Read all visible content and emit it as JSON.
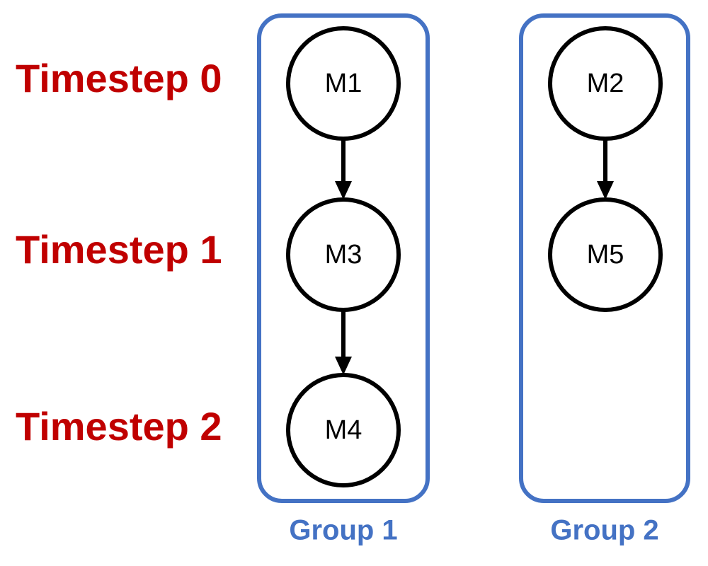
{
  "colors": {
    "timestep_label": "#c00000",
    "group": "#4472c4",
    "node_stroke": "#000000",
    "edge": "#000000"
  },
  "timesteps": [
    {
      "label": "Timestep 0"
    },
    {
      "label": "Timestep 1"
    },
    {
      "label": "Timestep 2"
    }
  ],
  "groups": [
    {
      "id": "g1",
      "label": "Group 1"
    },
    {
      "id": "g2",
      "label": "Group 2"
    }
  ],
  "nodes": [
    {
      "id": "M1",
      "label": "M1",
      "group": "g1",
      "timestep": 0
    },
    {
      "id": "M3",
      "label": "M3",
      "group": "g1",
      "timestep": 1
    },
    {
      "id": "M4",
      "label": "M4",
      "group": "g1",
      "timestep": 2
    },
    {
      "id": "M2",
      "label": "M2",
      "group": "g2",
      "timestep": 0
    },
    {
      "id": "M5",
      "label": "M5",
      "group": "g2",
      "timestep": 1
    }
  ],
  "edges": [
    {
      "from": "M1",
      "to": "M3"
    },
    {
      "from": "M3",
      "to": "M4"
    },
    {
      "from": "M2",
      "to": "M5"
    }
  ]
}
